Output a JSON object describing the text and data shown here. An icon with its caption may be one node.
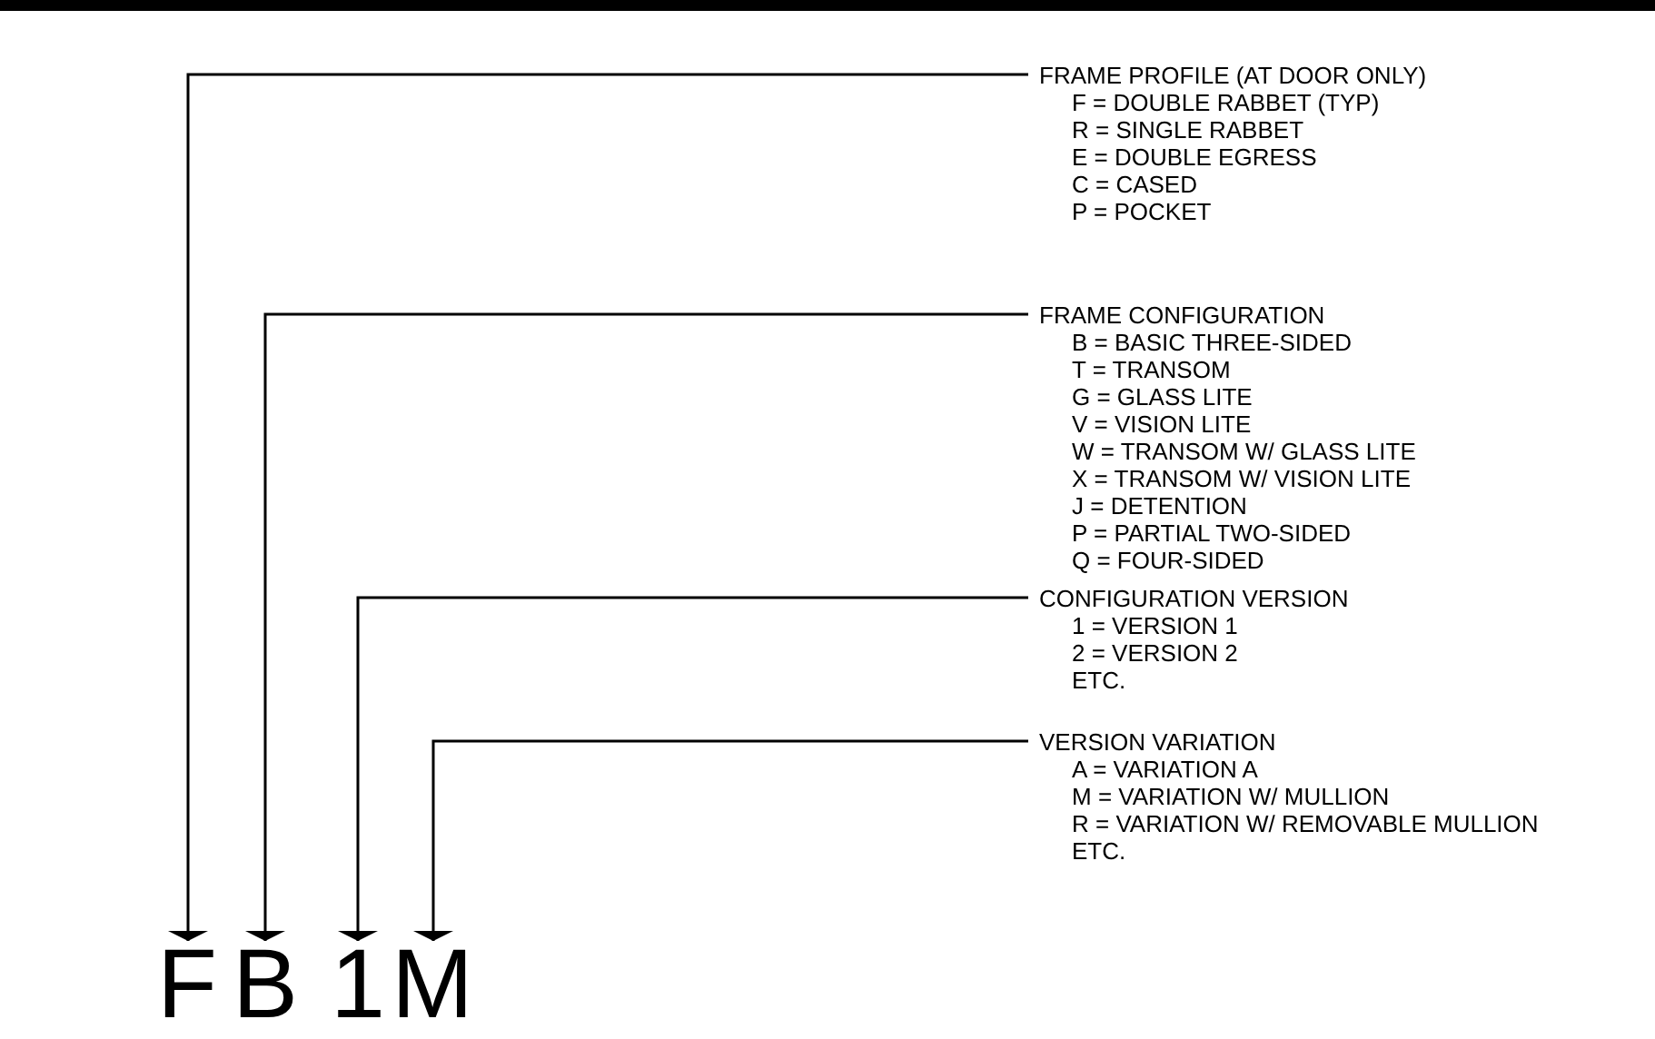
{
  "diagram": {
    "nodes": [
      {
        "text": [
          "FRAME PROFILE (AT DOOR ONLY)",
          "F = DOUBLE RABBET (TYP)",
          "R = SINGLE RABBET",
          "E = DOUBLE EGRESS",
          "C = CASED",
          "P = POCKET"
        ]
      },
      {
        "text": [
          "FRAME CONFIGURATION",
          "B = BASIC THREE-SIDED",
          "T = TRANSOM",
          "G = GLASS LITE",
          "V = VISION LITE",
          "W = TRANSOM W/ GLASS LITE",
          "X = TRANSOM W/ VISION LITE",
          "J = DETENTION",
          "P = PARTIAL TWO-SIDED",
          "Q = FOUR-SIDED"
        ]
      },
      {
        "text": [
          "CONFIGURATION VERSION",
          "1 = VERSION 1",
          "2 = VERSION 2",
          "ETC."
        ]
      },
      {
        "text": [
          "VERSION VARIATION",
          "A = VARIATION A",
          "M = VARIATION W/ MULLION",
          "R = VARIATION W/ REMOVABLE MULLION",
          "ETC."
        ]
      },
      {
        "text": [
          "F"
        ]
      },
      {
        "text": [
          "B"
        ]
      },
      {
        "text": [
          "1"
        ]
      },
      {
        "text": [
          "M"
        ]
      }
    ],
    "edges": [
      {
        "from": 0,
        "to": 4,
        "arrow": "to"
      },
      {
        "from": 1,
        "to": 5,
        "arrow": "to"
      },
      {
        "from": 2,
        "to": 6,
        "arrow": "to"
      },
      {
        "from": 3,
        "to": 7,
        "arrow": "to"
      }
    ]
  }
}
